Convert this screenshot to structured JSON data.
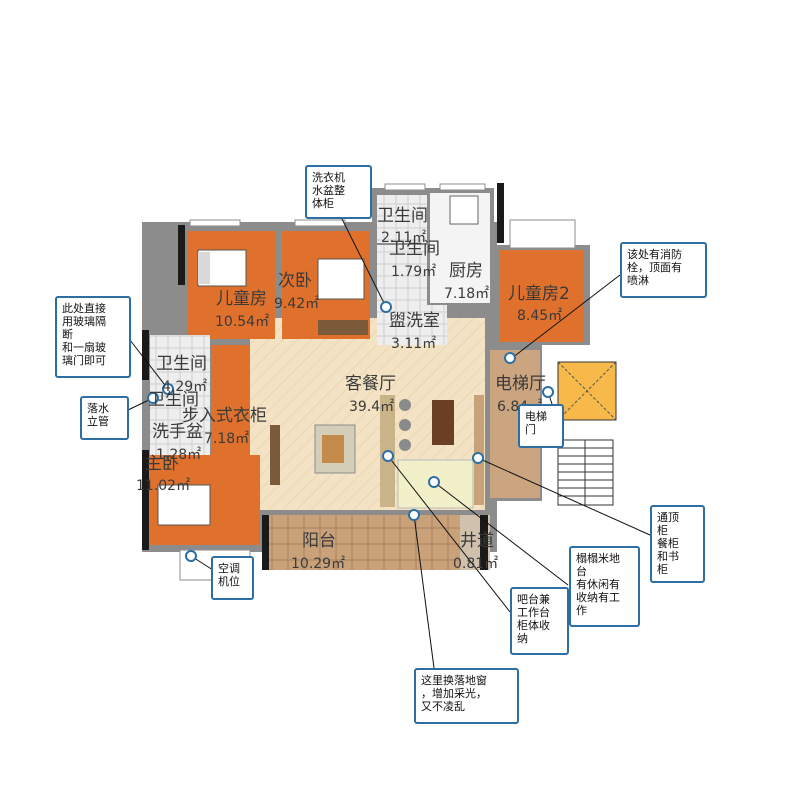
{
  "rooms": {
    "bath1": {
      "name": "卫生间",
      "area": "2.11㎡"
    },
    "bath2": {
      "name": "卫生间",
      "area": "1.79㎡"
    },
    "kitchen": {
      "name": "厨房",
      "area": "7.18㎡"
    },
    "kids1": {
      "name": "儿童房",
      "area": "10.54㎡"
    },
    "second": {
      "name": "次卧",
      "area": "9.42㎡"
    },
    "kids2": {
      "name": "儿童房2",
      "area": "8.45㎡"
    },
    "washroom": {
      "name": "盥洗室",
      "area": "3.11㎡"
    },
    "living": {
      "name": "客餐厅",
      "area": "39.4㎡"
    },
    "elevator": {
      "name": "电梯厅",
      "area": "6.84㎡"
    },
    "bath3": {
      "name": "卫生间",
      "area": "4.29㎡"
    },
    "bath4": {
      "name": "卫生间",
      "area": ""
    },
    "wardrobe": {
      "name": "步入式衣柜",
      "area": "7.18㎡"
    },
    "basin": {
      "name": "洗手盆",
      "area": "1.28㎡"
    },
    "master": {
      "name": "主卧",
      "area": "11.02㎡"
    },
    "balcony": {
      "name": "阳台",
      "area": "10.29㎡"
    },
    "shaft": {
      "name": "井道",
      "area": "0.81㎡"
    }
  },
  "callouts": {
    "washer": "洗衣机\n水盆整\n体柜",
    "hydrant": "该处有消防\n栓，顶面有\n喷淋",
    "glass": "此处直接\n用玻璃隔\n断\n和一扇玻\n璃门即可",
    "drain": "落水\n立管",
    "elevator_door": "电梯\n门",
    "cabinet": "通顶\n柜\n餐柜\n和书\n柜",
    "tatami": "榻榻米地\n台\n有休闲有\n收纳有工\n作",
    "bar": "吧台兼\n工作台\n柜体收\n纳",
    "ac": "空调\n机位",
    "window": "这里换落地窗\n，增加采光，\n又不凌乱"
  },
  "colors": {
    "bedroom": "#e0712c",
    "wall": "#8c8c8c",
    "wall_dark": "#1a1a1a",
    "living_floor": "#f3e3c4",
    "balcony_floor": "#caa57f",
    "callout_border": "#2d6fa5",
    "tile": "#e4e4e4"
  }
}
